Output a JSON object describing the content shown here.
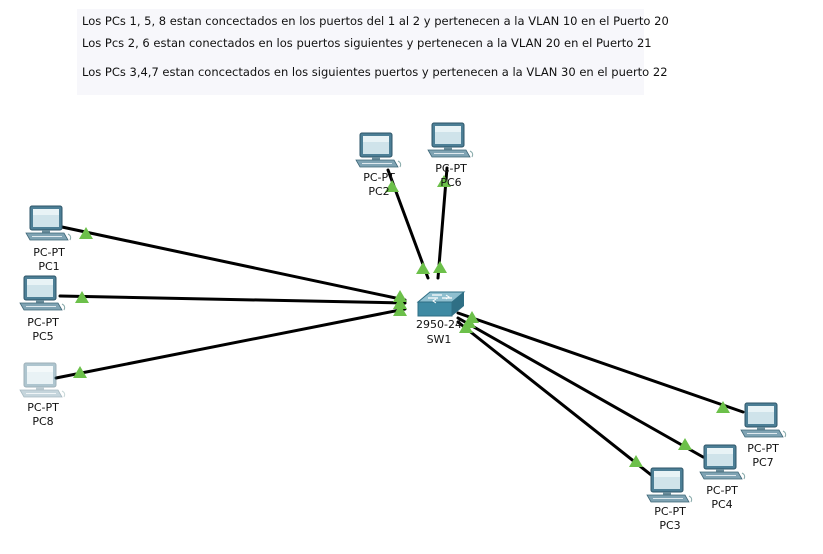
{
  "notes": {
    "line1": "Los PCs 1, 5, 8 estan concectados en los puertos del 1 al 2 y pertenecen a la VLAN 10 en el Puerto 20",
    "line2": "Los Pcs 2, 6 estan conectados en los puertos siguientes y pertenecen a la VLAN 20 en el Puerto 21",
    "line3": "Los PCs 3,4,7 estan concectados en los siguientes puertos y pertenecen a la VLAN 30 en el puerto 22"
  },
  "switch": {
    "model": "2950-24",
    "name": "SW1",
    "icon": "switch-icon"
  },
  "pcs": [
    {
      "id": "pc1",
      "type": "PC-PT",
      "name": "PC1",
      "icon": "pc-icon"
    },
    {
      "id": "pc5",
      "type": "PC-PT",
      "name": "PC5",
      "icon": "pc-icon"
    },
    {
      "id": "pc8",
      "type": "PC-PT",
      "name": "PC8",
      "icon": "pc-icon"
    },
    {
      "id": "pc2",
      "type": "PC-PT",
      "name": "PC2",
      "icon": "pc-icon"
    },
    {
      "id": "pc6",
      "type": "PC-PT",
      "name": "PC6",
      "icon": "pc-icon"
    },
    {
      "id": "pc7",
      "type": "PC-PT",
      "name": "PC7",
      "icon": "pc-icon"
    },
    {
      "id": "pc4",
      "type": "PC-PT",
      "name": "PC4",
      "icon": "pc-icon"
    },
    {
      "id": "pc3",
      "type": "PC-PT",
      "name": "PC3",
      "icon": "pc-icon"
    }
  ],
  "colors": {
    "link": "#000000",
    "link_status_up": "#6cc04a",
    "pc_body": "#5b8ea6",
    "switch_body": "#3f8aa3"
  }
}
